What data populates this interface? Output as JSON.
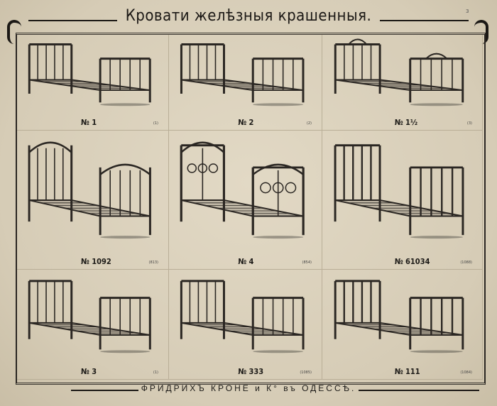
{
  "header": {
    "title": "Кровати желѣзныя крашенныя.",
    "page_number": "3"
  },
  "beds": [
    {
      "number": "№ 1",
      "code": "(1)",
      "style": "plain"
    },
    {
      "number": "№ 2",
      "code": "(2)",
      "style": "cot"
    },
    {
      "number": "№ 1½",
      "code": "(3)",
      "style": "scroll-top"
    },
    {
      "number": "№ 1092",
      "code": "(813)",
      "style": "arched"
    },
    {
      "number": "№ 4",
      "code": "(854)",
      "style": "ornate"
    },
    {
      "number": "№ 61034",
      "code": "(1088)",
      "style": "brass"
    },
    {
      "number": "№ 3",
      "code": "(1)",
      "style": "plain"
    },
    {
      "number": "№ 333",
      "code": "(1085)",
      "style": "posts"
    },
    {
      "number": "№ 111",
      "code": "(1084)",
      "style": "brass"
    }
  ],
  "footer": {
    "text": "ФРИДРИХЪ КРОНЕ и К° въ ОДЕССѢ."
  }
}
